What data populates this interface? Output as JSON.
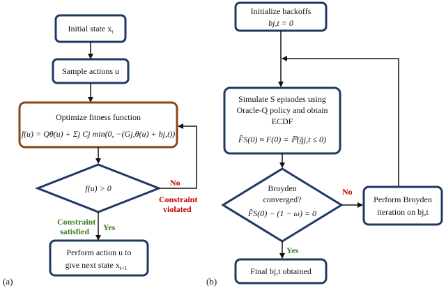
{
  "panel_a": {
    "label": "(a)",
    "start": "Initial state x",
    "start_sub": "t",
    "sample": "Sample actions u",
    "optimize_title": "Optimize fitness function",
    "optimize_formula": "f(u) = Qθ(u) + Σj Cj min(0, −(Gj,θ(u) + bj,t))",
    "decision": "f(u) > 0",
    "no_label": "No",
    "violated_1": "Constraint",
    "violated_2": "violated",
    "satisfied_1": "Constraint",
    "satisfied_2": "satisfied",
    "yes_label": "Yes",
    "end_1": "Perform action u to",
    "end_2": "give next state x",
    "end_sub": "t+1"
  },
  "panel_b": {
    "label": "(b)",
    "init_1": "Initialize backoffs",
    "init_2": "bj,t = 0",
    "sim_1": "Simulate S episodes using",
    "sim_2": "Oracle-Q policy and obtain",
    "sim_3": "ECDF",
    "sim_formula": "F̂S(0) ≈ F(0) = ℙ(ĝj,t ≤ 0)",
    "broyden_1": "Broyden",
    "broyden_2": "converged?",
    "broyden_formula": "F̂S(0) − (1 − ω) = 0",
    "no_label": "No",
    "iter_1": "Perform Broyden",
    "iter_2": "iteration on bj,t",
    "yes_label": "Yes",
    "final": "Final bj,t obtained"
  },
  "colors": {
    "box_border": "#1f3864",
    "optimize_border": "#8b4513",
    "arrow": "#111111",
    "no_red": "#c00000",
    "yes_green": "#3a7d1e"
  }
}
